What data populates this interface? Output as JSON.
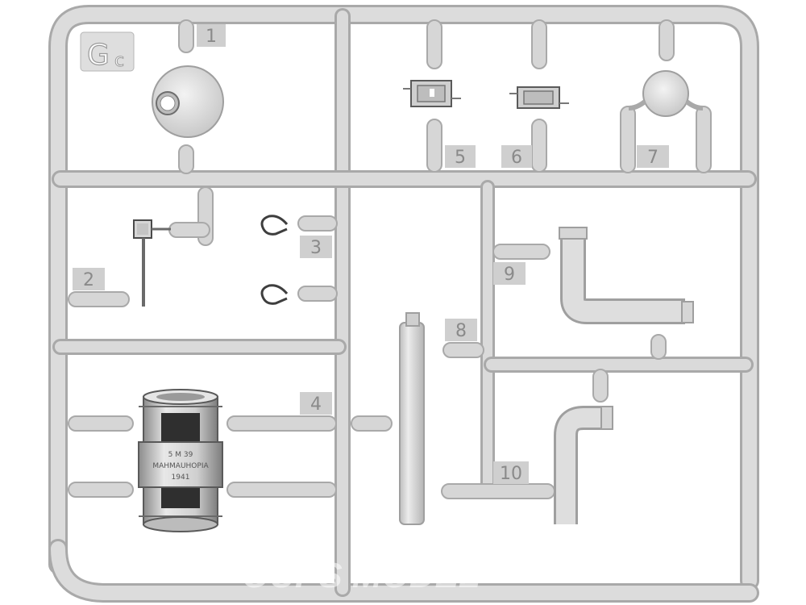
{
  "sprue": {
    "code_letter": "G",
    "code_sub": "c",
    "part_numbers": [
      "1",
      "2",
      "3",
      "4",
      "5",
      "6",
      "7",
      "8",
      "9",
      "10"
    ],
    "engraving_lines": [
      "5 M 39",
      "MAHMAUHOPIA",
      "1941"
    ],
    "watermark": "OUPS MODEL"
  },
  "colors": {
    "plastic": "#d6d6d6",
    "plastic_edge": "#a9a9a9",
    "plastic_shadow": "#b9b9b9",
    "part_dark": "#3a3a3a",
    "label_box": "#cfcfcf",
    "label_text": "#8a8a8a",
    "background": "#ffffff"
  }
}
